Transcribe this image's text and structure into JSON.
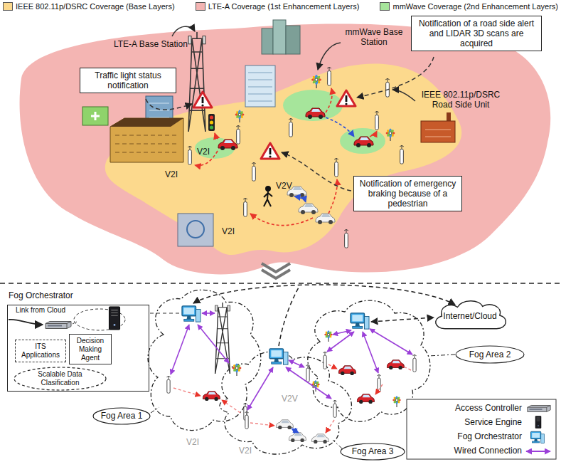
{
  "diagram": {
    "nodes": [
      {
        "text": [
          "Traffic light status notification"
        ]
      },
      {
        "text": [
          "Notification of a road side alert and LIDAR 3D scans are acquired"
        ]
      },
      {
        "text": [
          "Notification of emergency braking because of a pedestrian"
        ]
      },
      {
        "text": [
          "Fog Orchestrator"
        ]
      },
      {
        "text": [
          "ITS Applications"
        ],
        "in": 3
      },
      {
        "text": [
          "Decision Making Agent"
        ],
        "in": 3
      },
      {
        "text": [
          "Scalable Data Clasification"
        ],
        "in": 3
      },
      {
        "text": [
          "Internet/Cloud"
        ]
      },
      {
        "text": [
          "Fog Area 2"
        ]
      },
      {
        "text": [
          "Fog Area 1"
        ]
      },
      {
        "text": [
          "Fog Area 3"
        ]
      }
    ],
    "labels": [
      "LTE-A Base Station",
      "mmWave Base Station",
      "IEEE 802.11p/DSRC Road Side Unit",
      "V2I",
      "V2I",
      "V2V",
      "V2I",
      "Link from Cloud",
      "V2I",
      "V2V",
      "V2I"
    ],
    "legend": [
      {
        "text": "IEEE 802.11p/DSRC Coverage (Base Layers)",
        "color": "#fcd98d"
      },
      {
        "text": "LTE-A Coverage (1st Enhancement Layers)",
        "color": "#f4b5b3"
      },
      {
        "text": "mmWave Coverage (2nd Enhancement Layers)",
        "color": "#a6e59b"
      },
      {
        "text": "Access Controller"
      },
      {
        "text": "Service Engine"
      },
      {
        "text": "Fog Orchestrator"
      },
      {
        "text": "Wired Connection"
      }
    ]
  }
}
